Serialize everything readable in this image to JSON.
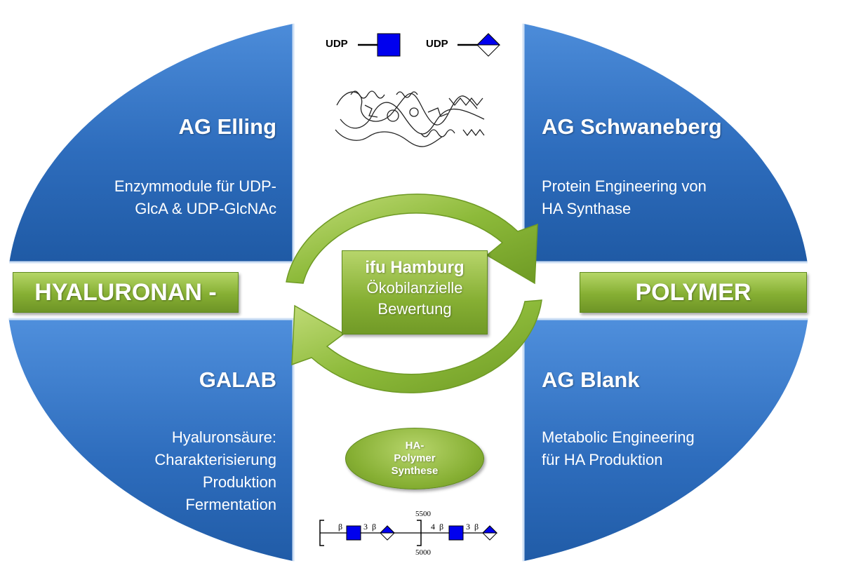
{
  "quadrants": {
    "top_left": {
      "title": "AG Elling",
      "lines": [
        "Enzymmodule für UDP-",
        "GlcA & UDP-GlcNAc"
      ]
    },
    "top_right": {
      "title": "AG Schwaneberg",
      "lines": [
        "Protein Engineering von",
        "HA Synthase"
      ]
    },
    "bottom_left": {
      "title": "GALAB",
      "lines": [
        "Hyaluronsäure:",
        "Charakterisierung",
        "Produktion",
        "Fermentation"
      ]
    },
    "bottom_right": {
      "title": "AG Blank",
      "lines": [
        "Metabolic Engineering",
        "für HA Produktion"
      ]
    }
  },
  "bars": {
    "left": "HYALURONAN -",
    "right": "POLYMER"
  },
  "center": {
    "title": "ifu Hamburg",
    "lines": [
      "Ökobilanzielle",
      "Bewertung"
    ]
  },
  "ellipse": {
    "lines": [
      "HA-",
      "Polymer",
      "Synthese"
    ]
  },
  "udp_labels": [
    "UDP",
    "UDP"
  ],
  "repeat_unit": {
    "bottom_count": "5000",
    "top_count": "5500",
    "linkage_left": [
      "β",
      "3",
      "β"
    ],
    "linkage_right": [
      "4",
      "β",
      "3",
      "β"
    ]
  },
  "colors": {
    "quadrant_blue": "#2f6fbf",
    "green": "#86af33",
    "glcnac_square": "#0000ee",
    "glca_diamond": "#0000ee"
  }
}
